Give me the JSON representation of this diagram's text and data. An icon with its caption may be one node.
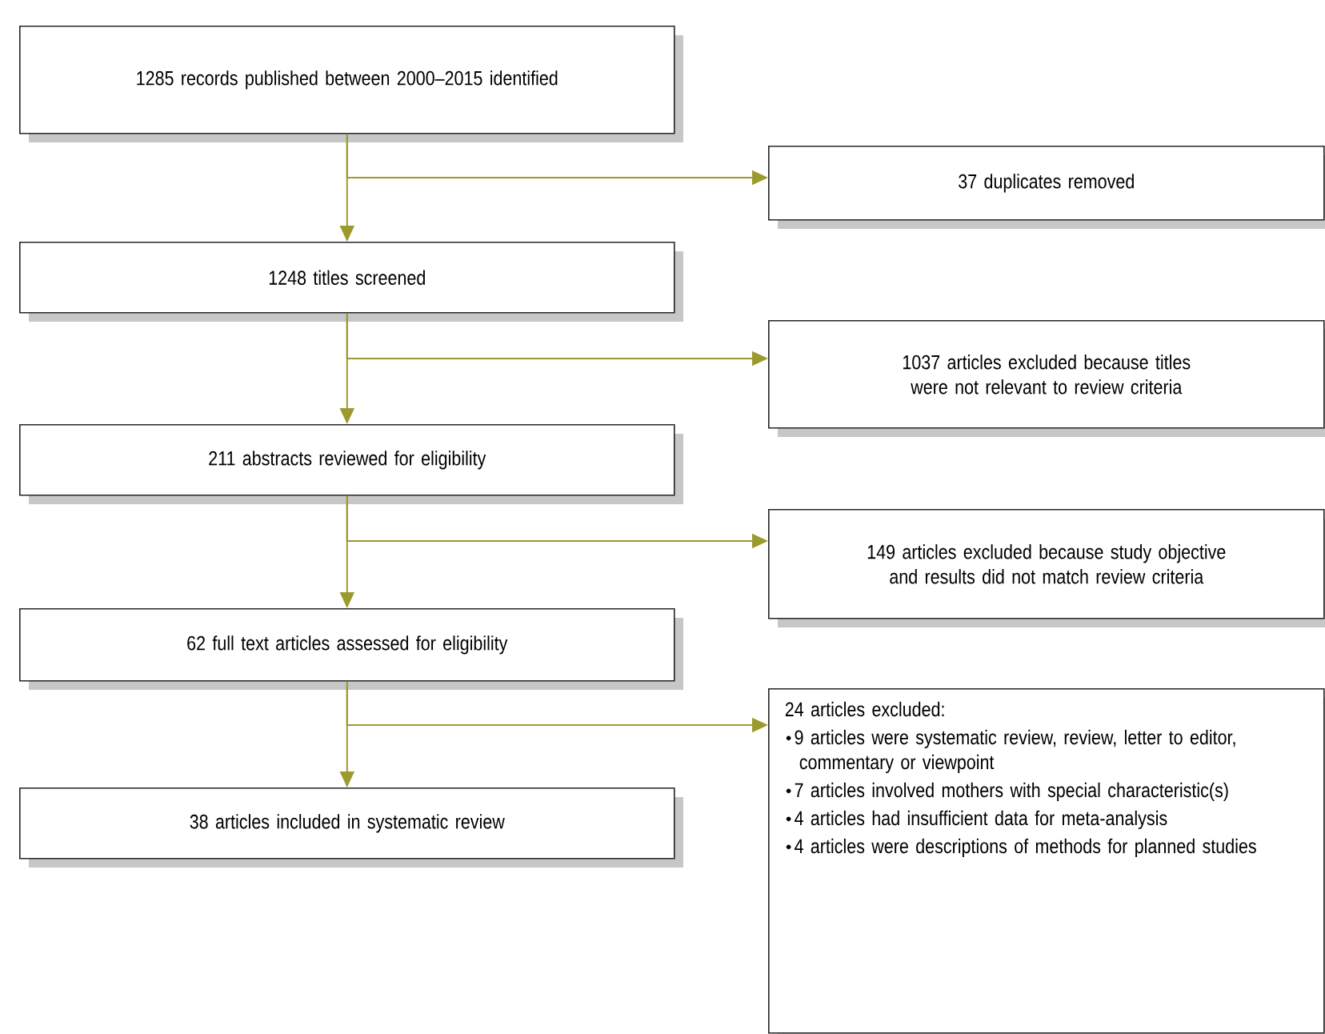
{
  "diagram": {
    "nodes": [
      {
        "text": [
          "1285 records published between 2000–2015 identified"
        ]
      },
      {
        "text": [
          "37 duplicates removed"
        ]
      },
      {
        "text": [
          "1248 titles screened"
        ]
      },
      {
        "text": [
          "1037 articles excluded because titles were not relevant to review criteria"
        ]
      },
      {
        "text": [
          "211 abstracts reviewed for eligibility"
        ]
      },
      {
        "text": [
          "149 articles excluded because study objective and results did not match review criteria"
        ]
      },
      {
        "text": [
          "62 full text articles assessed for eligibility"
        ]
      },
      {
        "text": [
          "24 articles excluded:",
          "9 articles were systematic review, review, letter to editor, commentary or viewpoint",
          "7 articles involved mothers with special characteristic(s)",
          "4 articles had insufficient data for meta-analysis",
          "4 articles were descriptions of methods for planned studies"
        ]
      },
      {
        "text": [
          "38 articles included in systematic review"
        ]
      }
    ],
    "edges": [
      {
        "from": 0,
        "to": 2,
        "arrow": "to"
      },
      {
        "from": 0,
        "to": 1,
        "arrow": "to"
      },
      {
        "from": 2,
        "to": 4,
        "arrow": "to"
      },
      {
        "from": 2,
        "to": 3,
        "arrow": "to"
      },
      {
        "from": 4,
        "to": 6,
        "arrow": "to"
      },
      {
        "from": 4,
        "to": 5,
        "arrow": "to"
      },
      {
        "from": 6,
        "to": 8,
        "arrow": "to"
      },
      {
        "from": 6,
        "to": 7,
        "arrow": "to"
      }
    ]
  }
}
